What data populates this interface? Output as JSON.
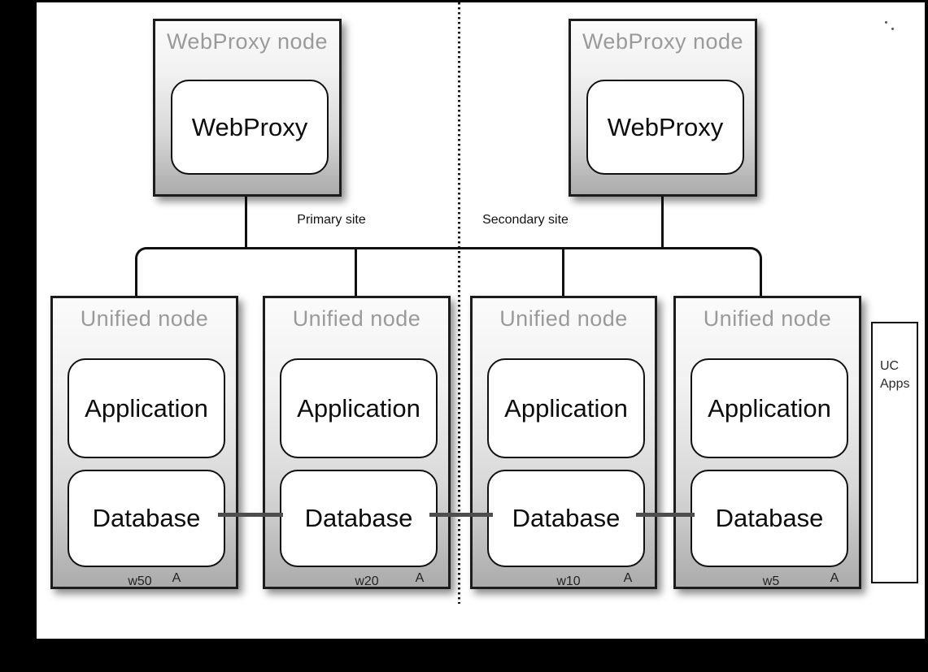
{
  "diagram": {
    "primary_site_label": "Primary site",
    "secondary_site_label": "Secondary site",
    "webproxy_nodes": [
      {
        "title": "WebProxy node",
        "component": "WebProxy"
      },
      {
        "title": "WebProxy node",
        "component": "WebProxy"
      }
    ],
    "unified_nodes": [
      {
        "title": "Unified node",
        "application": "Application",
        "database": "Database",
        "weight": "w50",
        "marker": "A"
      },
      {
        "title": "Unified node",
        "application": "Application",
        "database": "Database",
        "weight": "w20",
        "marker": "A"
      },
      {
        "title": "Unified node",
        "application": "Application",
        "database": "Database",
        "weight": "w10",
        "marker": "A"
      },
      {
        "title": "Unified node",
        "application": "Application",
        "database": "Database",
        "weight": "w5",
        "marker": "A"
      }
    ],
    "uc_apps": {
      "line1": "UC",
      "line2": "Apps"
    }
  },
  "colors": {
    "frame_black": "#000000",
    "node_border": "#1c1c1c",
    "node_gradient_top": "#fbfbfb",
    "node_gradient_bottom": "#ababab",
    "node_title_gray": "#9a9a9a",
    "replication_line_gray": "#4d4d4d",
    "inner_box_white": "#ffffff"
  }
}
